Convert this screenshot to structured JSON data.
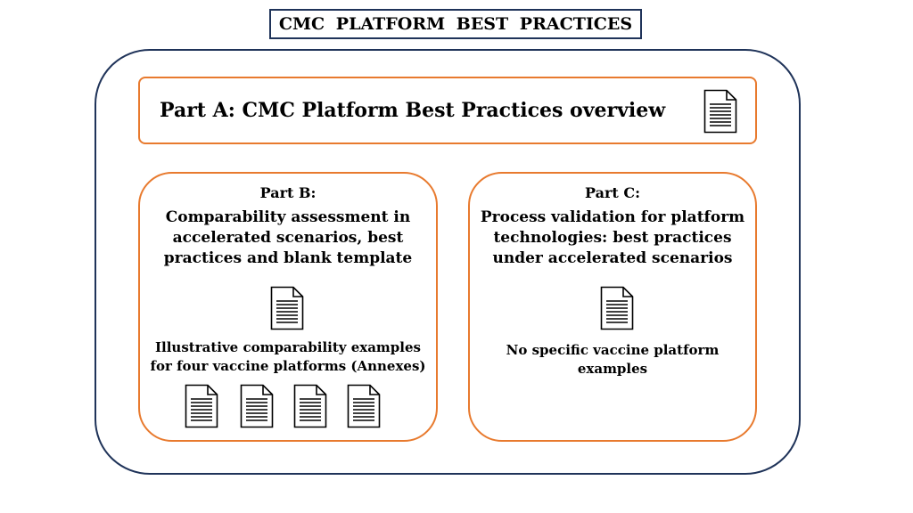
{
  "title": "CMC  PLATFORM  BEST  PRACTICES",
  "part_a": {
    "title": "Part A: CMC Platform Best Practices overview",
    "icon": "document-icon"
  },
  "part_b": {
    "label": "Part B:",
    "description_lines": [
      "Comparability assessment in",
      "accelerated scenarios, best",
      "practices and blank template"
    ],
    "note_lines": [
      "Illustrative comparability examples",
      "for four vaccine platforms (Annexes)"
    ],
    "annex_document_count": 4,
    "icon": "document-icon"
  },
  "part_c": {
    "label": "Part C:",
    "description_lines": [
      "Process validation for platform",
      "technologies: best practices",
      "under accelerated scenarios"
    ],
    "note_lines": [
      "No specific vaccine platform",
      "examples"
    ],
    "icon": "document-icon"
  },
  "colors": {
    "navy_border": "#1f3359",
    "orange_border": "#e87a2e"
  }
}
